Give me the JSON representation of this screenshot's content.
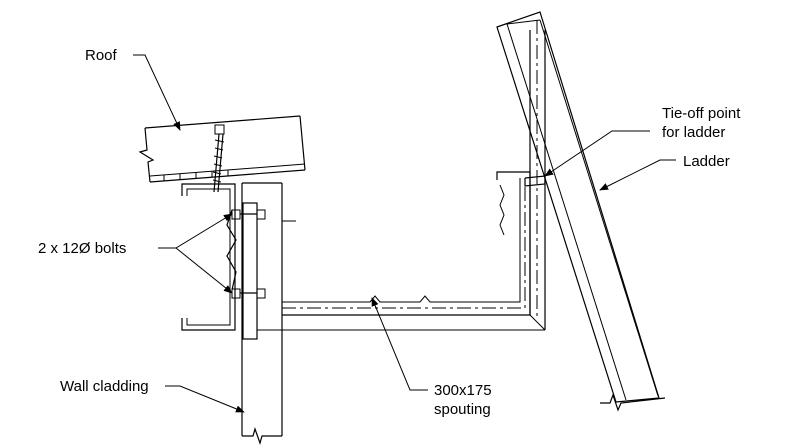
{
  "labels": {
    "roof": "Roof",
    "tie_off_line1": "Tie-off point",
    "tie_off_line2": "for ladder",
    "ladder": "Ladder",
    "bolts": "2 x 12Ø bolts",
    "wall_cladding": "Wall cladding",
    "spouting_line1": "300x175",
    "spouting_line2": "spouting"
  }
}
